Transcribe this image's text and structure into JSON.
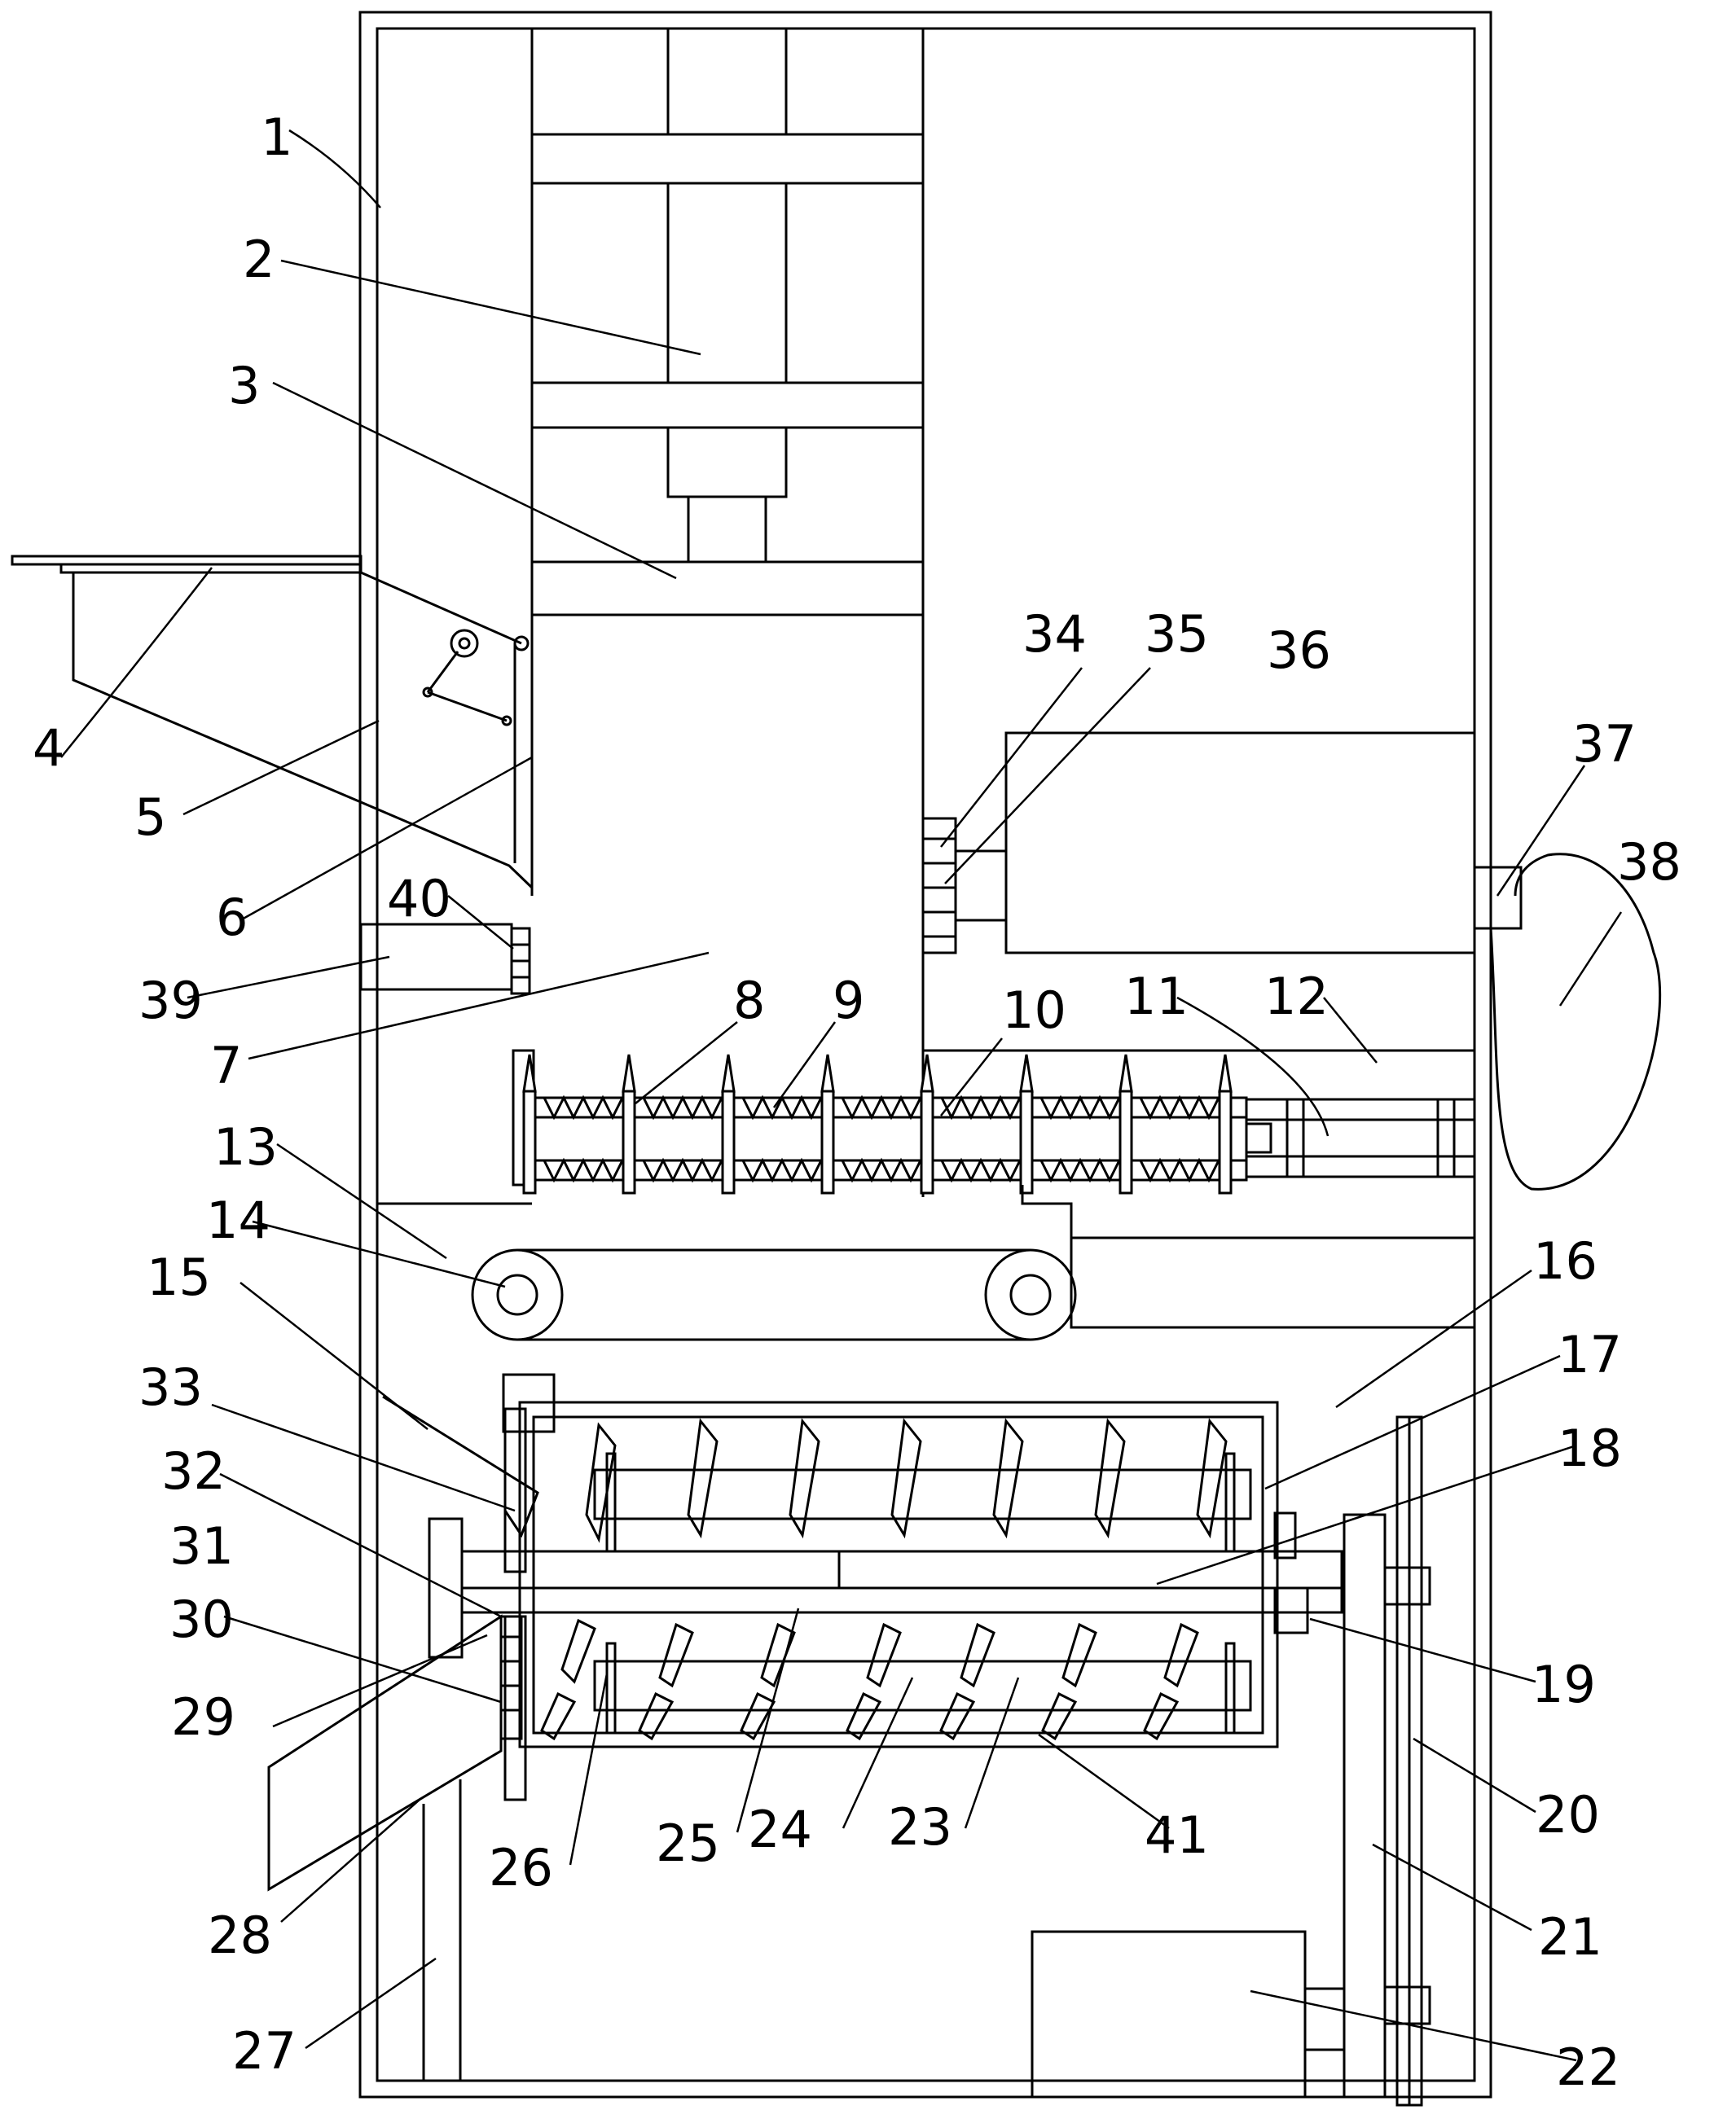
{
  "labels": [
    {
      "id": "1",
      "text": "1"
    },
    {
      "id": "2",
      "text": "2"
    },
    {
      "id": "3",
      "text": "3"
    },
    {
      "id": "4",
      "text": "4"
    },
    {
      "id": "5",
      "text": "5"
    },
    {
      "id": "6",
      "text": "6"
    },
    {
      "id": "7",
      "text": "7"
    },
    {
      "id": "8",
      "text": "8"
    },
    {
      "id": "9",
      "text": "9"
    },
    {
      "id": "10",
      "text": "10"
    },
    {
      "id": "11",
      "text": "11"
    },
    {
      "id": "12",
      "text": "12"
    },
    {
      "id": "13",
      "text": "13"
    },
    {
      "id": "14",
      "text": "14"
    },
    {
      "id": "15",
      "text": "15"
    },
    {
      "id": "16",
      "text": "16"
    },
    {
      "id": "17",
      "text": "17"
    },
    {
      "id": "18",
      "text": "18"
    },
    {
      "id": "19",
      "text": "19"
    },
    {
      "id": "20",
      "text": "20"
    },
    {
      "id": "21",
      "text": "21"
    },
    {
      "id": "22",
      "text": "22"
    },
    {
      "id": "23",
      "text": "23"
    },
    {
      "id": "24",
      "text": "24"
    },
    {
      "id": "25",
      "text": "25"
    },
    {
      "id": "26",
      "text": "26"
    },
    {
      "id": "27",
      "text": "27"
    },
    {
      "id": "28",
      "text": "28"
    },
    {
      "id": "29",
      "text": "29"
    },
    {
      "id": "30",
      "text": "30"
    },
    {
      "id": "31",
      "text": "31"
    },
    {
      "id": "32",
      "text": "32"
    },
    {
      "id": "33",
      "text": "33"
    },
    {
      "id": "34",
      "text": "34"
    },
    {
      "id": "35",
      "text": "35"
    },
    {
      "id": "36",
      "text": "36"
    },
    {
      "id": "37",
      "text": "37"
    },
    {
      "id": "38",
      "text": "38"
    },
    {
      "id": "39",
      "text": "39"
    },
    {
      "id": "40",
      "text": "40"
    },
    {
      "id": "41",
      "text": "41"
    }
  ]
}
